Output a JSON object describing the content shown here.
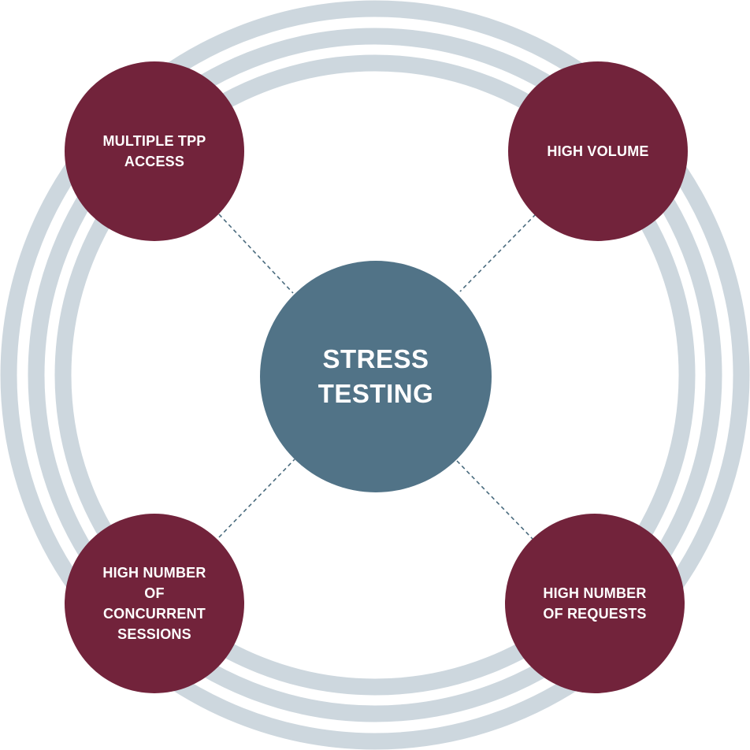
{
  "colors": {
    "ring": "#cdd7de",
    "connector": "#4a6b7e",
    "center_fill": "#517387",
    "outer_fill": "#72233b",
    "label_text": "#ffffff"
  },
  "center": {
    "label": "STRESS\nTESTING"
  },
  "factors": [
    {
      "label": "MULTIPLE TPP\nACCESS"
    },
    {
      "label": "HIGH VOLUME"
    },
    {
      "label": "HIGH NUMBER\nOF\nCONCURRENT\nSESSIONS"
    },
    {
      "label": "HIGH NUMBER\nOF REQUESTS"
    }
  ]
}
